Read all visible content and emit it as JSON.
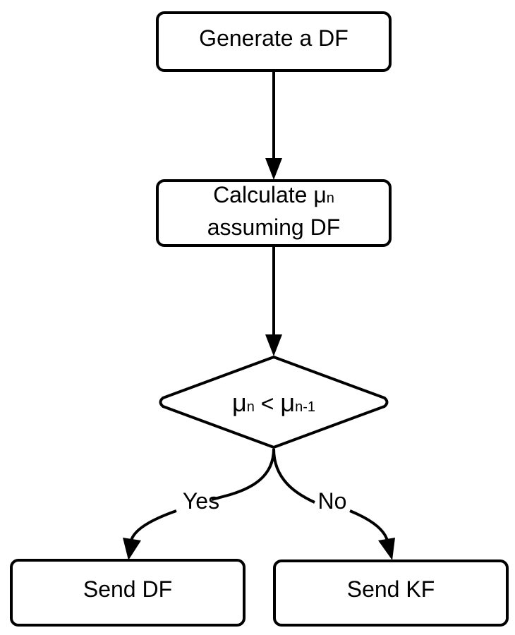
{
  "diagram": {
    "type": "flowchart",
    "colors": {
      "stroke": "#000000",
      "fill": "#ffffff",
      "text": "#000000"
    },
    "nodes": [
      {
        "id": "generate",
        "shape": "rounded-rectangle",
        "lines": [
          "Generate a DF"
        ]
      },
      {
        "id": "calculate",
        "shape": "rounded-rectangle",
        "line1_main": "Calculate μ",
        "line1_sub": "n",
        "line2": "assuming DF"
      },
      {
        "id": "decision",
        "shape": "diamond",
        "mu1": "μ",
        "sub1": "n",
        "op": " < ",
        "mu2": "μ",
        "sub2": "n-1"
      },
      {
        "id": "send_df",
        "shape": "rounded-rectangle",
        "lines": [
          "Send DF"
        ]
      },
      {
        "id": "send_kf",
        "shape": "rounded-rectangle",
        "lines": [
          "Send KF"
        ]
      }
    ],
    "edges": [
      {
        "from": "generate",
        "to": "calculate",
        "label": ""
      },
      {
        "from": "calculate",
        "to": "decision",
        "label": ""
      },
      {
        "from": "decision",
        "to": "send_df",
        "label": "Yes"
      },
      {
        "from": "decision",
        "to": "send_kf",
        "label": "No"
      }
    ]
  }
}
